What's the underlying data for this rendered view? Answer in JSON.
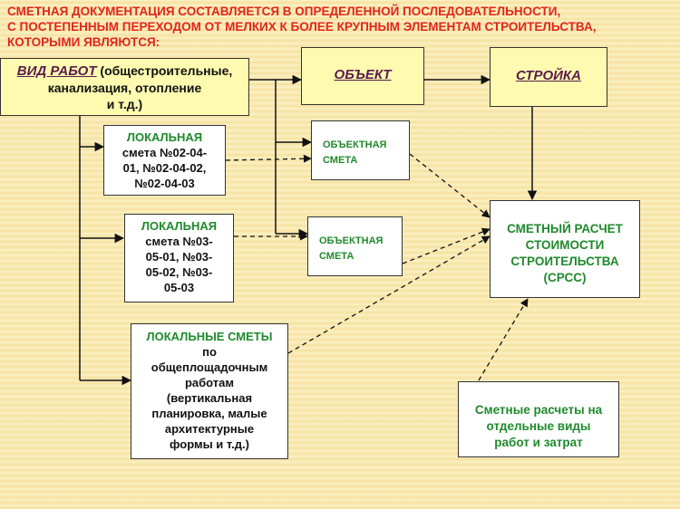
{
  "title": {
    "line1": "СМЕТНАЯ ДОКУМЕНТАЦИЯ СОСТАВЛЯЕТСЯ В ОПРЕДЕЛЕННОЙ ПОСЛЕДОВАТЕЛЬНОСТИ,",
    "line2": "С ПОСТЕПЕННЫМ ПЕРЕХОДОМ ОТ МЕЛКИХ К БОЛЕЕ КРУПНЫМ ЭЛЕМЕНТАМ СТРОИТЕЛЬСТВА,",
    "line3": "КОТОРЫМИ ЯВЛЯЮТСЯ:"
  },
  "work_type": {
    "heading": "ВИД РАБОТ",
    "rest1": " (общестроительные,",
    "rest2": "канализация, отопление",
    "rest3": "и т.д.)"
  },
  "object": "ОБЪЕКТ",
  "construction_site": "СТРОЙКА",
  "local_estimate_1": {
    "heading": "ЛОКАЛЬНАЯ",
    "line1": "смета №02-04-",
    "line2": "01, №02-04-02,",
    "line3": "№02-04-03"
  },
  "local_estimate_2": {
    "heading": "ЛОКАЛЬНАЯ",
    "line1": "смета №03-",
    "line2": "05-01, №03-",
    "line3": "05-02, №03-",
    "line4": "05-03"
  },
  "local_estimates_site": {
    "heading": "ЛОКАЛЬНЫЕ СМЕТЫ",
    "line1": "по",
    "line2": "общеплощадочным",
    "line3": "работам",
    "line4": "(вертикальная",
    "line5": "планировка, малые",
    "line6": "архитектурные",
    "line7": "формы и т.д.)"
  },
  "object_estimate_1": {
    "line1": "ОБЪЕКТНАЯ",
    "line2": "СМЕТА"
  },
  "object_estimate_2": {
    "line1": "ОБЪЕКТНАЯ",
    "line2": "СМЕТА"
  },
  "summary_estimate": {
    "line1": "СМЕТНЫЙ РАСЧЕТ",
    "line2": "СТОИМОСТИ",
    "line3": "СТРОИТЕЛЬСТВА",
    "line4": "(СРСС)"
  },
  "separate_estimates": {
    "line1": "Сметные расчеты на",
    "line2": "отдельные виды",
    "line3": "работ и затрат"
  }
}
